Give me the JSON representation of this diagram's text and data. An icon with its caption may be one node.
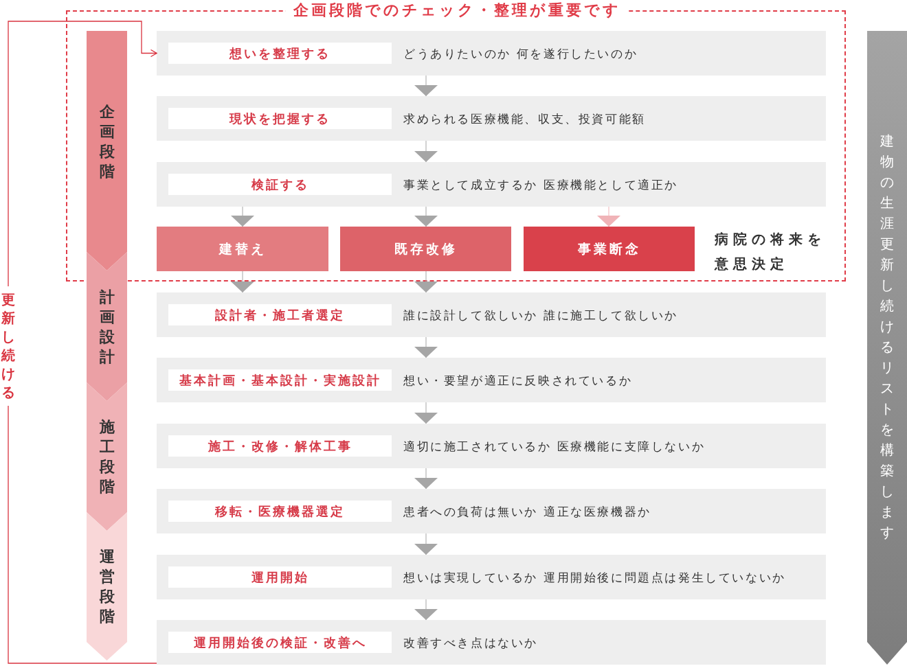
{
  "diagram": {
    "nodes": [
      {
        "text": [
          "企画段階でのチェック・整理が重要です"
        ]
      },
      {
        "text": [
          "企画段階"
        ],
        "in": 0
      },
      {
        "text": [
          "計画設計"
        ]
      },
      {
        "text": [
          "施工段階"
        ]
      },
      {
        "text": [
          "運営段階"
        ]
      },
      {
        "text": [
          "想いを整理する",
          "どうありたいのか 何を遂行したいのか"
        ],
        "in": 0
      },
      {
        "text": [
          "現状を把握する",
          "求められる医療機能、収支、投資可能額"
        ],
        "in": 0
      },
      {
        "text": [
          "検証する",
          "事業として成立するか 医療機能として適正か"
        ],
        "in": 0
      },
      {
        "text": [
          "建替え"
        ],
        "in": 0
      },
      {
        "text": [
          "既存改修"
        ],
        "in": 0
      },
      {
        "text": [
          "事業断念"
        ],
        "in": 0
      },
      {
        "text": [
          "設計者・施工者選定",
          "誰に設計して欲しいか 誰に施工して欲しいか"
        ]
      },
      {
        "text": [
          "基本計画・基本設計・実施設計",
          "想い・要望が適正に反映されているか"
        ]
      },
      {
        "text": [
          "施工・改修・解体工事",
          "適切に施工されているか 医療機能に支障しないか"
        ]
      },
      {
        "text": [
          "移転・医療機器選定",
          "患者への負荷は無いか 適正な医療機器か"
        ]
      },
      {
        "text": [
          "運用開始",
          "想いは実現しているか 運用開始後に問題点は発生していないか"
        ]
      },
      {
        "text": [
          "運用開始後の検証・改善へ",
          "改善すべき点はないか"
        ]
      },
      {
        "text": [
          "建物の生涯更新し続けるリストを構築します"
        ]
      }
    ],
    "edges": [
      {
        "from": 5,
        "to": 6,
        "arrow": "to"
      },
      {
        "from": 6,
        "to": 7,
        "arrow": "to"
      },
      {
        "from": 7,
        "to": 8,
        "arrow": "to"
      },
      {
        "from": 7,
        "to": 9,
        "arrow": "to"
      },
      {
        "from": 7,
        "to": 10,
        "arrow": "to",
        "color": "#f0b3b7"
      },
      {
        "from": 8,
        "to": 11,
        "arrow": "to"
      },
      {
        "from": 9,
        "to": 11,
        "arrow": "to"
      },
      {
        "from": 11,
        "to": 12,
        "arrow": "to"
      },
      {
        "from": 12,
        "to": 13,
        "arrow": "to"
      },
      {
        "from": 13,
        "to": 14,
        "arrow": "to"
      },
      {
        "from": 14,
        "to": 15,
        "arrow": "to"
      },
      {
        "from": 15,
        "to": 16,
        "arrow": "to"
      },
      {
        "from": 16,
        "to": 5,
        "arrow": "to",
        "label": "更新し続ける",
        "color": "#d9333f"
      }
    ],
    "labels": [
      "病院の将来を意思決定"
    ]
  }
}
